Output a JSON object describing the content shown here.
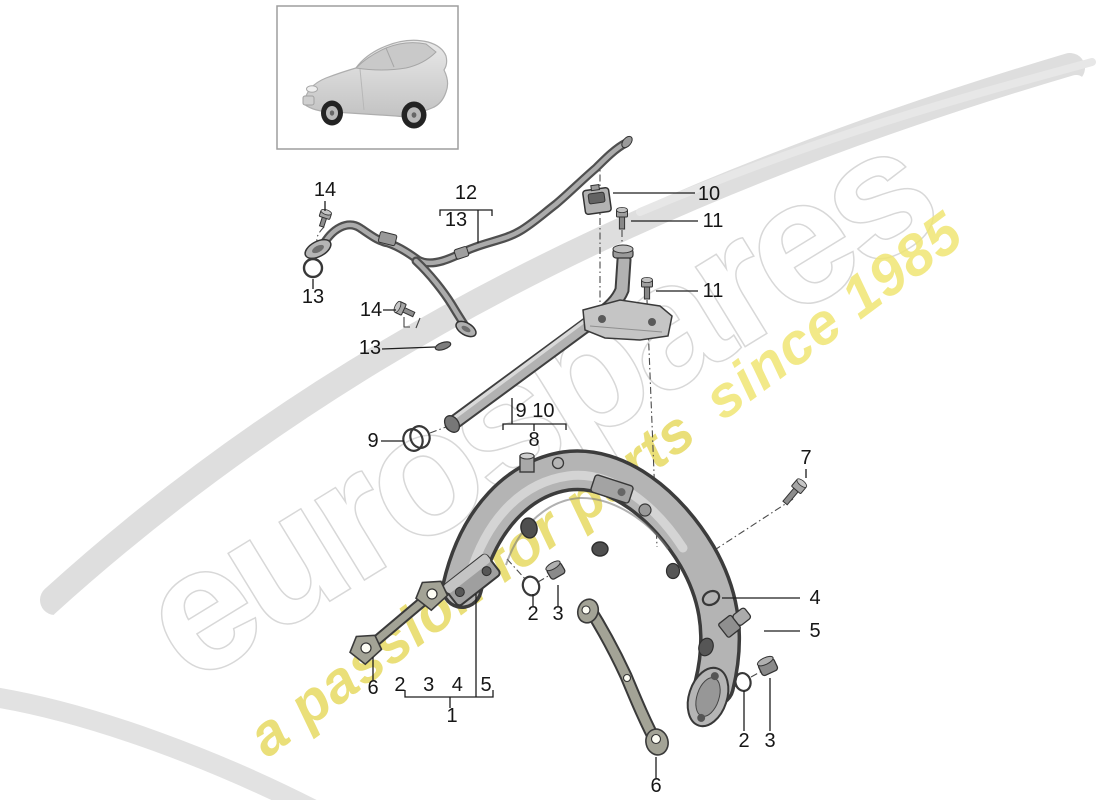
{
  "watermark": {
    "brand": "eurospares",
    "slogan_main": "a passion for parts",
    "slogan_year": " since 1985",
    "slogan_color": "#e7da62",
    "year_color": "#f0e674",
    "brand_fill": "#ffffff",
    "brand_outline": "#d6d6d6",
    "swoosh_color": "#e2e2e2"
  },
  "thumbnail": {
    "vehicle": "porsche-macan-suv-three-quarter-view"
  },
  "diagram": {
    "description": "exploded-parts-diagram-coolant-water-pipe",
    "callouts": [
      {
        "label": "14"
      },
      {
        "label": "13"
      },
      {
        "label": "14"
      },
      {
        "label": "13"
      },
      {
        "label": "12"
      },
      {
        "label": "13"
      },
      {
        "label": "10"
      },
      {
        "label": "11"
      },
      {
        "label": "11"
      },
      {
        "label": "9"
      },
      {
        "label": "9 10"
      },
      {
        "label": "8"
      },
      {
        "label": "7"
      },
      {
        "label": "4"
      },
      {
        "label": "5"
      },
      {
        "label": "2"
      },
      {
        "label": "3"
      },
      {
        "label": "2"
      },
      {
        "label": "3"
      },
      {
        "label": "6"
      },
      {
        "label": "6"
      },
      {
        "label": "2 3 4 5"
      },
      {
        "label": "1"
      }
    ]
  }
}
